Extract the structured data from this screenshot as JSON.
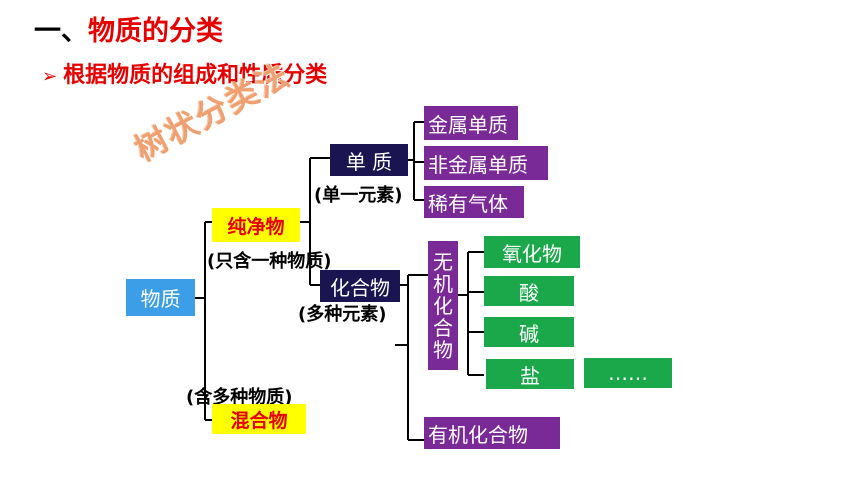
{
  "heading": {
    "dash": "一、",
    "text": "物质的分类"
  },
  "subheading": {
    "arrow": "➢",
    "text": "根据物质的组成和性质分类"
  },
  "stamp": "树状分类法",
  "nodes": {
    "root": "物质",
    "pure": "纯净物",
    "pure_note": "(只含一种物质)",
    "mixture": "混合物",
    "mixture_note": "(含多种物质)",
    "element": "单  质",
    "element_note": "(单一元素)",
    "compound": "化合物",
    "compound_note": "(多种元素)",
    "metal": "金属单质",
    "nonmetal": "非金属单质",
    "noble_gas": "稀有气体",
    "inorganic": [
      "无",
      "机",
      "化",
      "合",
      "物"
    ],
    "organic": "有机化合物",
    "oxide": "氧化物",
    "acid": "酸",
    "base": "碱",
    "salt": "盐",
    "more": "……"
  },
  "colors": {
    "red": "#e60000",
    "blue": "#3d9ee8",
    "yellow": "#ffff00",
    "navy": "#1a1450",
    "purple": "#7a2a97",
    "green": "#1aa84a",
    "stamp": "#f0a070"
  }
}
